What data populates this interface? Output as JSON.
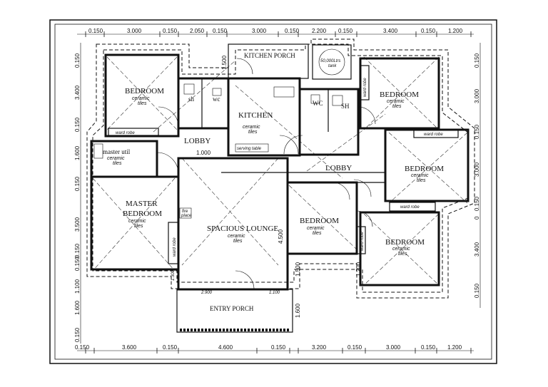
{
  "rooms": {
    "bedroom_nw": "BEDROOM",
    "master": "MASTER\nBEDROOM",
    "master_util": "master util",
    "lobby_w": "LOBBY",
    "kitchen": "KITCHEN",
    "kitchen_porch": "KITCHEN PORCH",
    "lounge": "SPACIOUS LOUNGE",
    "lobby_e": "LOBBY",
    "bedroom_c": "BEDROOM",
    "bedroom_ne": "BEDROOM",
    "bedroom_e": "BEDROOM",
    "bedroom_se": "BEDROOM",
    "entry_porch": "ENTRY PORCH",
    "sh_w": "sh",
    "wc_w": "wc",
    "wc_e": "WC",
    "sh_e": "SH"
  },
  "finish_label": "ceramic\ntiles",
  "wardrobe_label": "ward robe",
  "serving_table": "serving table",
  "tank_label": "50,000Ltrs\ntank",
  "fire_place": "fire\nplace",
  "lobby_width": "1.000",
  "dims": {
    "top": [
      "0.150",
      "3.000",
      "0.150",
      "2.050",
      "0.150",
      "3.000",
      "0.150",
      "2.200",
      "0.150",
      "3.400",
      "0.150",
      "1.200"
    ],
    "bottom": [
      "0.150",
      "3.600",
      "0.150",
      "4.600",
      "0.150",
      "3.200",
      "0.150",
      "3.000",
      "0.150",
      "1.200"
    ],
    "left": [
      "0.150",
      "3.400",
      "0.150",
      "1.600",
      "0.150",
      "3.500",
      "0.150",
      "0.150",
      "1.100",
      "1.600",
      "0.150"
    ],
    "right": [
      "0.150",
      "3.000",
      "0.150",
      "3.000",
      "0.150",
      "0",
      "3.400",
      "0.150"
    ],
    "inner": [
      "1.500",
      "4.500",
      "1.500",
      "1.200",
      "1.600",
      "2.900",
      "1.100",
      "1.300"
    ]
  }
}
